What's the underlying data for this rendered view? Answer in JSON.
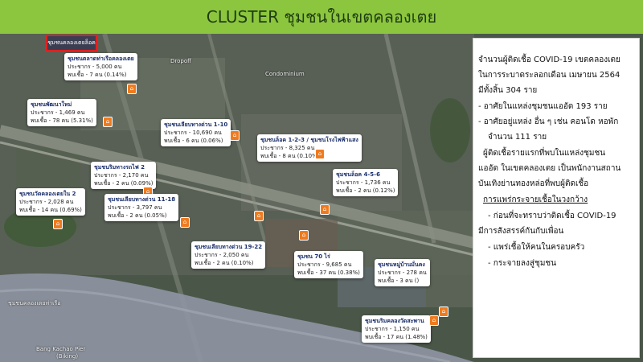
{
  "header": {
    "title": "CLUSTER ชุมชนในเขตคลองเตย"
  },
  "map": {
    "top_flag": "ชุมชนคลองเตยล็อค",
    "place_labels": [
      "ชุมชนคลองเตยท่าเรือ",
      "Bang Kachao Pier",
      "(Biking)",
      "Condominium",
      "Dropoff"
    ],
    "communities": [
      {
        "name": "ชุมชนตลาดท่าเรือคลองเตย",
        "pop": "ประชากร - 5,000 คน",
        "cases": "พบเชื้อ - 7 คน (0.14%)"
      },
      {
        "name": "ชุมชนพัฒนาใหม่",
        "pop": "ประชากร - 1,469 คน",
        "cases": "พบเชื้อ - 78 คน (5.31%)"
      },
      {
        "name": "ชุมชนเลียบทางด่วน 1-10",
        "pop": "ประชากร - 10,690 คน",
        "cases": "พบเชื้อ - 6 คน (0.06%)"
      },
      {
        "name": "ชุมชนล็อค 1-2-3 / ชุมชนโรงไฟฟ้าแสง",
        "pop": "ประชากร - 8,325 คน",
        "cases": "พบเชื้อ - 8 คน (0.10%)"
      },
      {
        "name": "ชุมชนริมทางรถไฟ 2",
        "pop": "ประชากร - 2,170 คน",
        "cases": "พบเชื้อ - 2 คน (0.09%)"
      },
      {
        "name": "ชุมชนล็อค 4-5-6",
        "pop": "ประชากร - 1,736 คน",
        "cases": "พบเชื้อ - 2 คน (0.12%)"
      },
      {
        "name": "ชุมชนวัดคลองเตยใน 2",
        "pop": "ประชากร - 2,028 คน",
        "cases": "พบเชื้อ - 14 คน (0.69%)"
      },
      {
        "name": "ชุมชนเลียบทางด่วน 11-18",
        "pop": "ประชากร - 3,797 คน",
        "cases": "พบเชื้อ - 2 คน (0.05%)"
      },
      {
        "name": "ชุมชนเลียบทางด่วน 19-22",
        "pop": "ประชากร - 2,050 คน",
        "cases": "พบเชื้อ - 2 คน (0.10%)"
      },
      {
        "name": "ชุมชน 70 ไร่",
        "pop": "ประชากร - 9,685 คน",
        "cases": "พบเชื้อ - 37 คน (0.38%)"
      },
      {
        "name": "ชุมชนหมู่บ้านมั่นคง",
        "pop": "ประชากร - 278 คน",
        "cases": "พบเชื้อ - 3 คน ()"
      },
      {
        "name": "ชุมชนริมคลองวัดสะพาน",
        "pop": "ประชากร - 1,150 คน",
        "cases": "พบเชื้อ - 17 คน (1.48%)"
      }
    ]
  },
  "panel": {
    "l1": "จำนวนผู้ติดเชื้อ COVID-19 เขตคลองเตย",
    "l2": "ในการระบาดระลอกเดือน เมษายน 2564",
    "l3": "มีทั้งสิ้น 304 ราย",
    "l4": "- อาศัยในแหล่งชุมชนแออัด  193  ราย",
    "l5": "- อาศัยอยู่แหล่ง อื่น ๆ เช่น คอนโด หอพัก",
    "l6": "จำนวน  111 ราย",
    "l7": "ผู้ติดเชื้อรายแรกที่พบในแหล่งชุมชน",
    "l8": "แออัด ในเขตคลองเตย เป็นพนักงานสถาน",
    "l9": "บันเทิงย่านทองหล่อที่พบผู้ติดเชื้อ",
    "l10": "การแพร่กระจายเชื้อในวงกว้าง",
    "l11": "- ก่อนที่จะทราบว่าติดเชื้อ COVID-19",
    "l12": "มีการสังสรรค์กันกับเพื่อน",
    "l13": "- แพร่เชื้อให้คนในครอบครัว",
    "l14": "- กระจายลงสู่ชุมชน"
  }
}
